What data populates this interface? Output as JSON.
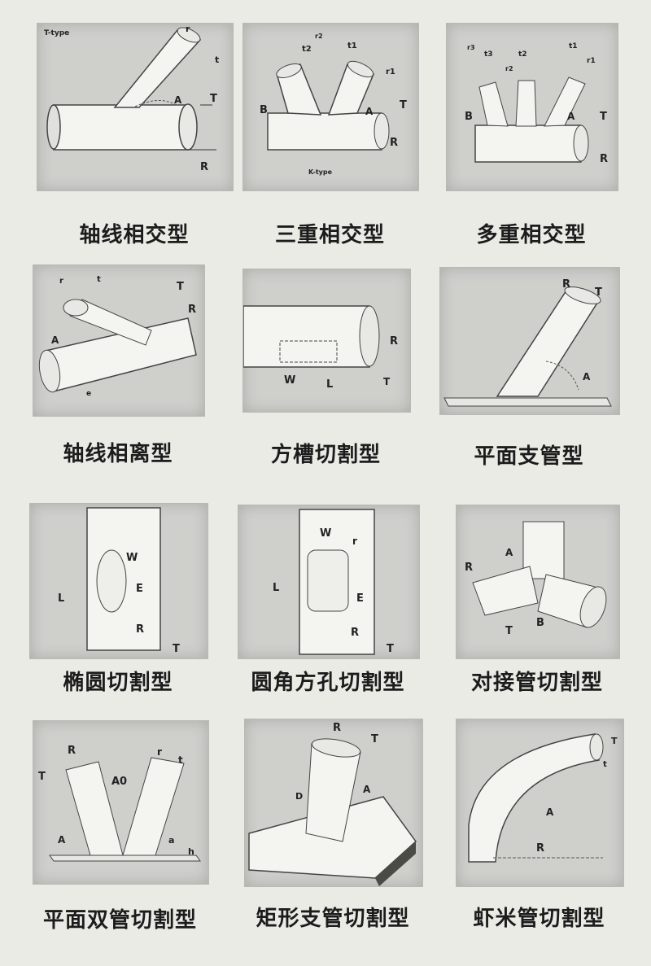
{
  "items": [
    {
      "caption": "轴线相交型",
      "tag": "T-type",
      "labels": [
        "r",
        "t",
        "T",
        "R",
        "A"
      ]
    },
    {
      "caption": "三重相交型",
      "tag": "K-type",
      "labels": [
        "r2",
        "t2",
        "t1",
        "r1",
        "B",
        "A",
        "T",
        "R"
      ]
    },
    {
      "caption": "多重相交型",
      "labels": [
        "r3",
        "t3",
        "t2",
        "r2",
        "t1",
        "r1",
        "B",
        "A",
        "T",
        "R"
      ]
    },
    {
      "caption": "轴线相离型",
      "labels": [
        "r",
        "t",
        "T",
        "R",
        "A",
        "e"
      ]
    },
    {
      "caption": "方槽切割型",
      "labels": [
        "R",
        "W",
        "L",
        "T"
      ]
    },
    {
      "caption": "平面支管型",
      "labels": [
        "R",
        "T",
        "A"
      ]
    },
    {
      "caption": "椭圆切割型",
      "labels": [
        "W",
        "E",
        "L",
        "R",
        "T"
      ]
    },
    {
      "caption": "圆角方孔切割型",
      "labels": [
        "W",
        "r",
        "E",
        "L",
        "R",
        "T"
      ]
    },
    {
      "caption": "对接管切割型",
      "labels": [
        "R",
        "A",
        "T",
        "B"
      ]
    },
    {
      "caption": "平面双管切割型",
      "labels": [
        "T",
        "R",
        "A0",
        "r",
        "t",
        "A",
        "a",
        "h"
      ]
    },
    {
      "caption": "矩形支管切割型",
      "labels": [
        "R",
        "T",
        "D",
        "A"
      ]
    },
    {
      "caption": "虾米管切割型",
      "labels": [
        "T",
        "t",
        "A",
        "R"
      ]
    }
  ]
}
